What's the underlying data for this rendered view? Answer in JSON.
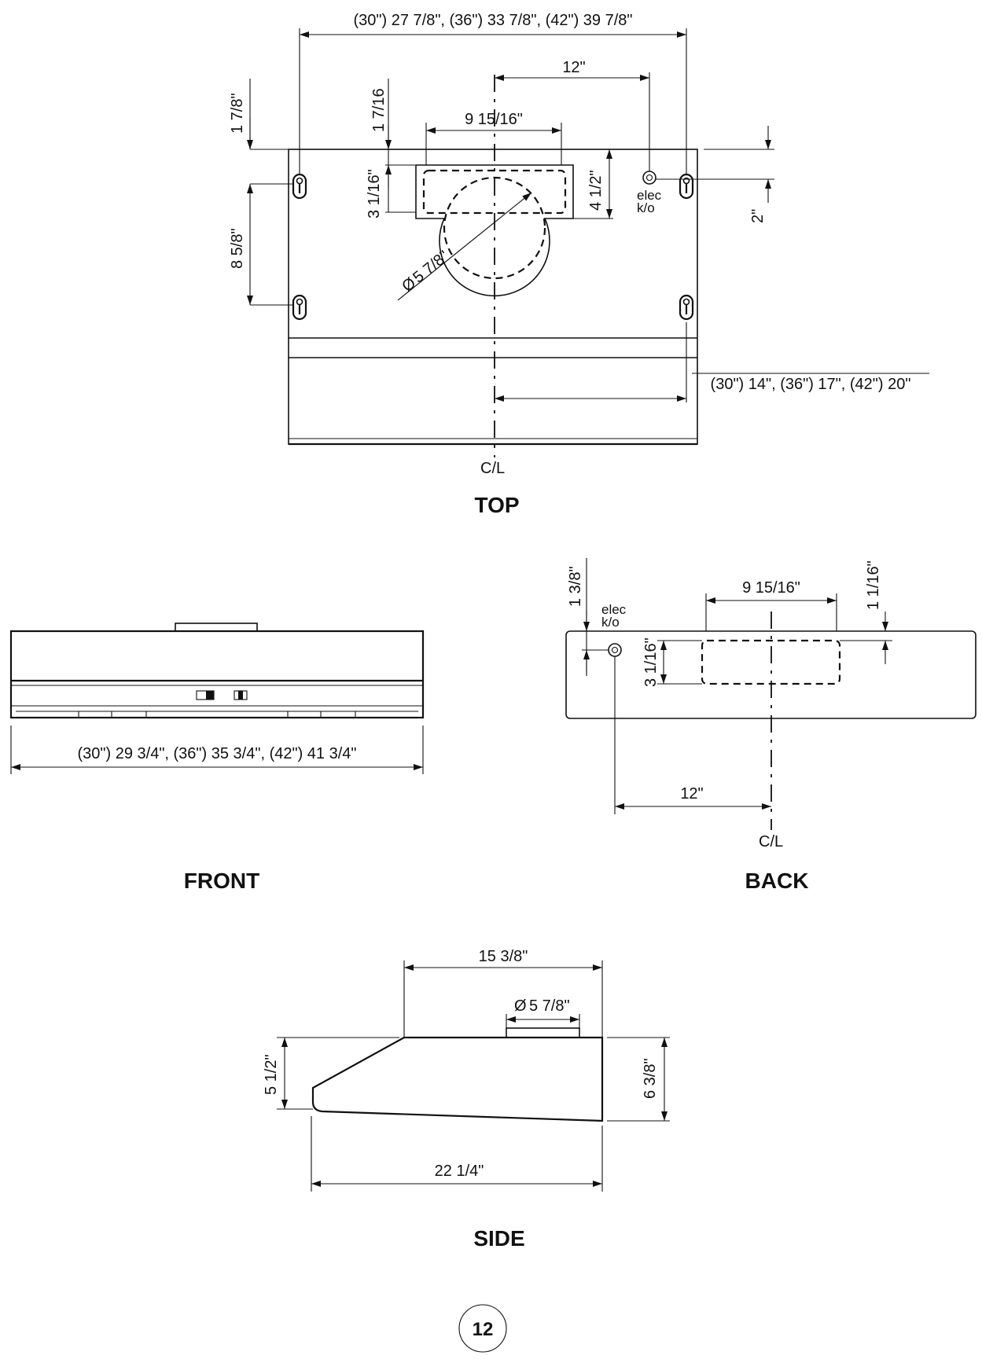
{
  "views": {
    "top": "TOP",
    "front": "FRONT",
    "back": "BACK",
    "side": "SIDE"
  },
  "dimensions": {
    "top_overall_width": "(30\") 27 7/8\", (36\") 33 7/8\", (42\") 39 7/8\"",
    "top_cl_to_elec": "12\"",
    "top_duct_width": "9 15/16\"",
    "top_duct_from_back": "1 7/16",
    "top_slot_from_back": "1 7/8\"",
    "top_slot_spacing": "8 5/8\"",
    "top_duct_depth": "3 1/16\"",
    "top_collar_depth": "4 1/2\"",
    "top_duct_diameter": "5 7/8\"",
    "top_elec_from_back": "2\"",
    "top_cl_to_side": "(30\") 14\", (36\") 17\", (42\") 20\"",
    "front_overall_width": "(30\") 29 3/4\", (36\") 35 3/4\", (42\") 41 3/4\"",
    "back_elec_from_top": "1 3/8\"",
    "back_duct_width": "9 15/16\"",
    "back_duct_from_top": "1 1/16\"",
    "back_duct_height": "3 1/16\"",
    "back_cl_to_elec": "12\"",
    "side_top_depth": "15 3/8\"",
    "side_duct_diameter": "5 7/8\"",
    "side_front_height": "5 1/2\"",
    "side_back_height": "6 3/8\"",
    "side_overall_depth": "22 1/4\""
  },
  "annotations": {
    "elec_line1": "elec",
    "elec_line2": "k/o",
    "centerline": "C/L",
    "diameter_symbol": "Ø"
  },
  "page_number": "12"
}
